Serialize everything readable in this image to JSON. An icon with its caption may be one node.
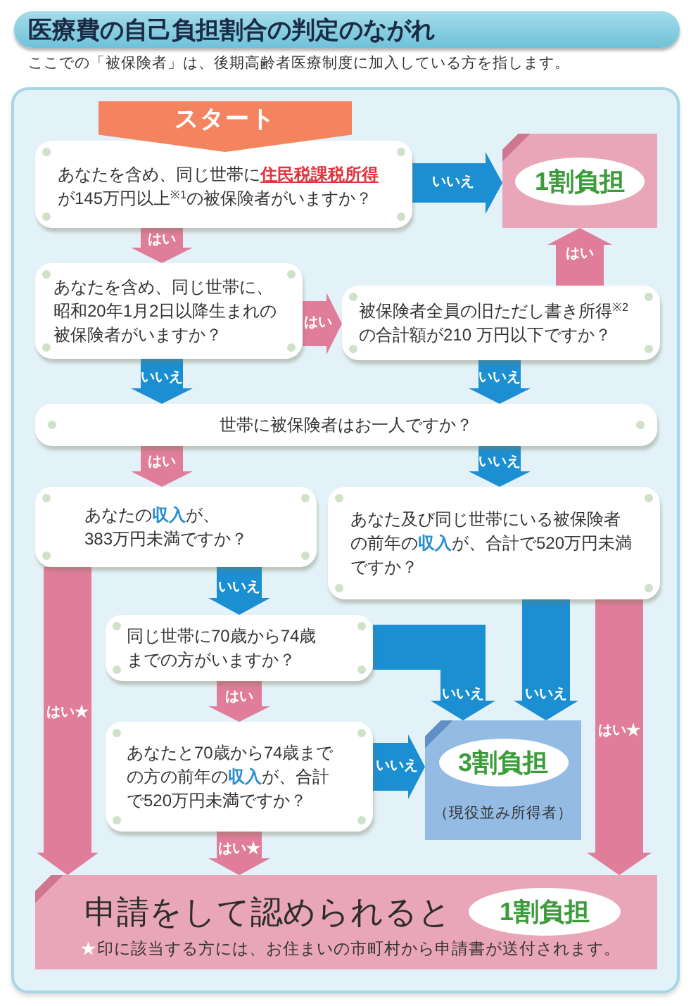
{
  "diagram": {
    "title": "医療費の自己負担割合の判定のながれ",
    "nodes": [
      {
        "text": [
          "スタート"
        ]
      },
      {
        "text": [
          "あなたを含め、同じ世帯に**住民税課税所得**が145万円以上$^{※1}$の被保険者がいますか？"
        ]
      },
      {
        "text": [
          "1割負担"
        ]
      },
      {
        "text": [
          "あなたを含め、同じ世帯に、昭和20年1月2日以降生まれの被保険者がいますか？"
        ]
      },
      {
        "text": [
          "被保険者全員の旧ただし書き所得$^{※2}$の合計額が210 万円以下ですか？"
        ]
      },
      {
        "text": [
          "世帯に被保険者はお一人ですか？"
        ]
      },
      {
        "text": [
          "あなたの**収入**が、383万円未満ですか？"
        ]
      },
      {
        "text": [
          "あなた及び同じ世帯にいる被保険者の前年の**収入**が、合計で520万円未満ですか？"
        ]
      },
      {
        "text": [
          "同じ世帯に70歳から74歳までの方がいますか？"
        ]
      },
      {
        "text": [
          "あなたと70歳から74歳までの方の前年の**収入**が、合計で520万円未満ですか？"
        ]
      },
      {
        "text": [
          "3割負担",
          "（現役並み所得者）"
        ]
      },
      {
        "text": [
          "申請をして認められると",
          "1割負担",
          "★印に該当する方には、お住まいの市町村から申請書が送付されます。"
        ]
      }
    ],
    "edges": [
      {
        "from": 1,
        "to": 2,
        "arrow": "to",
        "label": "いいえ",
        "color": "#1b8fd2"
      },
      {
        "from": 1,
        "to": 3,
        "arrow": "to",
        "label": "はい",
        "color": "#e07d9a"
      },
      {
        "from": 3,
        "to": 4,
        "arrow": "to",
        "label": "はい",
        "color": "#e07d9a"
      },
      {
        "from": 4,
        "to": 2,
        "arrow": "to",
        "label": "はい",
        "color": "#e07d9a"
      },
      {
        "from": 3,
        "to": 5,
        "arrow": "to",
        "label": "いいえ",
        "color": "#1b8fd2"
      },
      {
        "from": 4,
        "to": 5,
        "arrow": "to",
        "label": "いいえ",
        "color": "#1b8fd2"
      },
      {
        "from": 5,
        "to": 6,
        "arrow": "to",
        "label": "はい",
        "color": "#e07d9a"
      },
      {
        "from": 5,
        "to": 7,
        "arrow": "to",
        "label": "いいえ",
        "color": "#1b8fd2"
      },
      {
        "from": 6,
        "to": 11,
        "arrow": "to",
        "label": "はい★",
        "color": "#e07d9a"
      },
      {
        "from": 6,
        "to": 8,
        "arrow": "to",
        "label": "いいえ",
        "color": "#1b8fd2"
      },
      {
        "from": 7,
        "to": 10,
        "arrow": "to",
        "label": "いいえ",
        "color": "#1b8fd2"
      },
      {
        "from": 7,
        "to": 11,
        "arrow": "to",
        "label": "はい★",
        "color": "#e07d9a"
      },
      {
        "from": 8,
        "to": 10,
        "arrow": "to",
        "label": "いいえ",
        "color": "#1b8fd2"
      },
      {
        "from": 8,
        "to": 9,
        "arrow": "to",
        "label": "はい",
        "color": "#e07d9a"
      },
      {
        "from": 9,
        "to": 10,
        "arrow": "to",
        "label": "いいえ",
        "color": "#1b8fd2"
      },
      {
        "from": 9,
        "to": 11,
        "arrow": "to",
        "label": "はい★",
        "color": "#e07d9a"
      }
    ],
    "labels": [
      "ここでの「被保険者」は、後期高齢者医療制度に加入している方を指します。"
    ]
  }
}
